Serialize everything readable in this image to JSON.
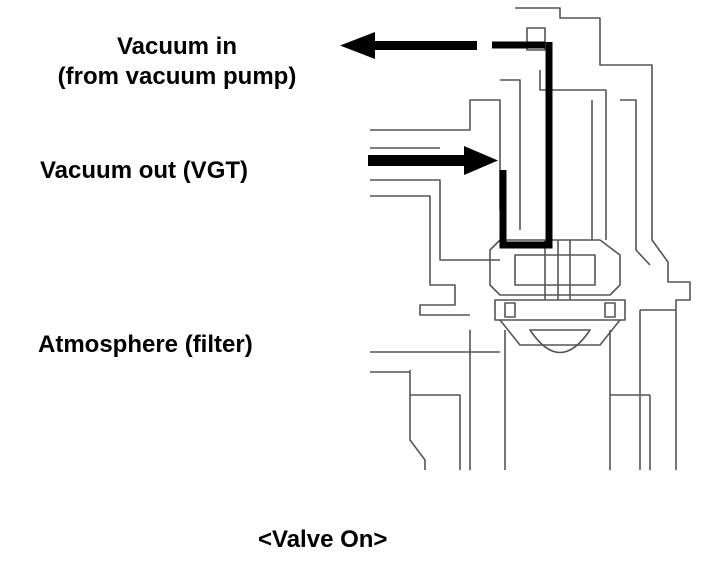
{
  "labels": {
    "vacuum_in_line1": "Vacuum in",
    "vacuum_in_line2": "(from vacuum pump)",
    "vacuum_out": "Vacuum out (VGT)",
    "atmosphere": "Atmosphere (filter)"
  },
  "caption": "<Valve On>",
  "colors": {
    "ink": "#000000",
    "outline": "#555555",
    "background": "#ffffff"
  }
}
